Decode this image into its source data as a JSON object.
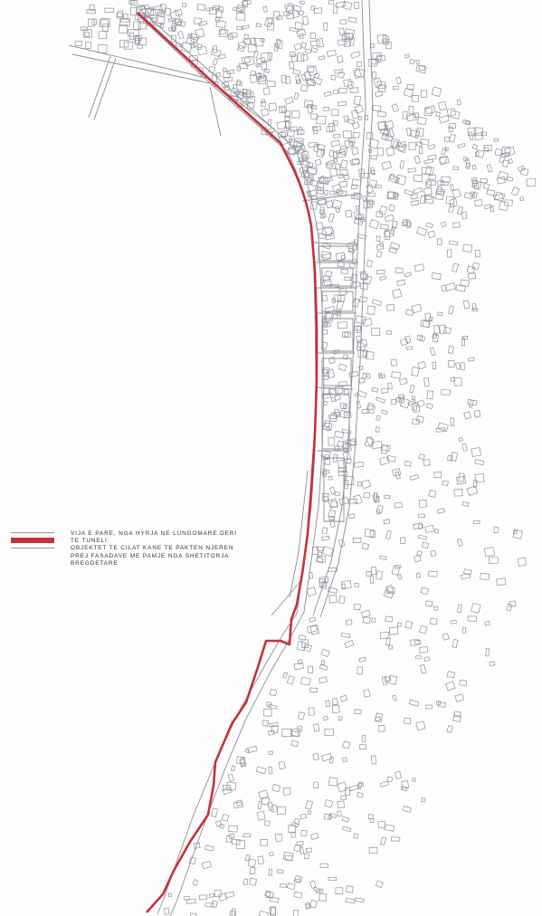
{
  "map": {
    "route_color": "#c8313a",
    "outline_color": "#8a8e96",
    "building_color": "#8d929b"
  },
  "legend": {
    "line1": "VIJA E PARE, NGA HYRJA NE LUNGOMARE DERI",
    "line2": "TE TUNELI:",
    "line3": "OBJEKTET TE CILAT KANE TE PAKTEN NJEREN",
    "line4": "PREJ FASADAVE ME PAMJE NGA SHETITORJA",
    "line5": "BREGDETARE"
  }
}
